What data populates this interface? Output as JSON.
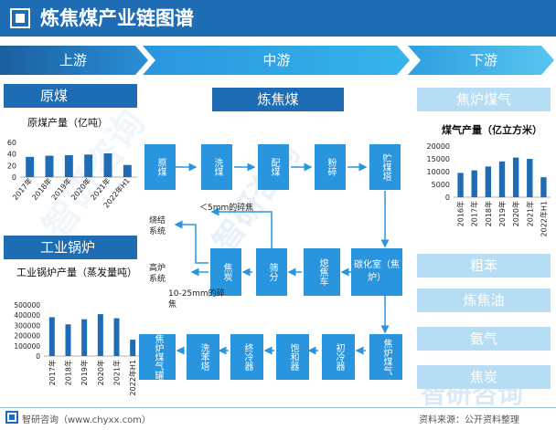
{
  "header": {
    "title": "炼焦煤产业链图谱"
  },
  "stages": {
    "upstream": "上游",
    "midstream": "中游",
    "downstream": "下游"
  },
  "sections": {
    "raw_coal": "原煤",
    "boiler": "工业锅炉",
    "coking_coal": "炼焦煤",
    "coke_gas": "焦炉煤气"
  },
  "chart_data": [
    {
      "type": "bar",
      "title": "原煤产量（亿吨）",
      "categories": [
        "2017年",
        "2018年",
        "2019年",
        "2020年",
        "2021年",
        "2022年H1"
      ],
      "values": [
        35,
        37,
        38,
        39,
        41,
        21
      ],
      "ylim": [
        0,
        60
      ],
      "yticks": [
        "60",
        "40",
        "20",
        "0"
      ],
      "color": "#1e6cb4"
    },
    {
      "type": "bar",
      "title": "工业锅炉产量（蒸发量吨）",
      "categories": [
        "2017年",
        "2018年",
        "2019年",
        "2020年",
        "2021年",
        "2022年H1"
      ],
      "values": [
        380000,
        310000,
        360000,
        410000,
        370000,
        160000
      ],
      "ylim": [
        0,
        500000
      ],
      "yticks": [
        "500000",
        "400000",
        "300000",
        "200000",
        "100000",
        "0"
      ],
      "color": "#1e6cb4"
    },
    {
      "type": "bar",
      "title": "煤气产量（亿立方米）",
      "categories": [
        "2016年",
        "2017年",
        "2018年",
        "2019年",
        "2020年",
        "2021年",
        "2022年H1"
      ],
      "values": [
        9500,
        10500,
        12000,
        14000,
        15500,
        15000,
        7800
      ],
      "ylim": [
        0,
        20000
      ],
      "yticks": [
        "20000",
        "15000",
        "10000",
        "5000",
        "0"
      ],
      "color": "#1e6cb4"
    }
  ],
  "process": {
    "row1": [
      "原煤",
      "洗煤",
      "配煤",
      "粉碎",
      "贮煤塔"
    ],
    "row2": [
      "焦炭",
      "筛分",
      "熄焦车",
      "碳化室（焦炉）"
    ],
    "row3": [
      "焦炉煤气",
      "初冷器",
      "饱和器",
      "终冷器",
      "洗苯塔",
      "焦炉煤气罐"
    ],
    "notes": {
      "small_coke": "＜5mm的碎焦",
      "sinter": "烧结系统",
      "blast": "高炉系统",
      "mid_coke": "10-25mm的碎焦"
    }
  },
  "products": [
    "粗苯",
    "炼焦油",
    "氨气",
    "焦炭"
  ],
  "footer": {
    "brand": "智研咨询（www.chyxx.com）",
    "source": "资料来源：公开资料整理"
  },
  "watermark": {
    "brand": "智研咨询"
  },
  "colors": {
    "primary": "#1e6cb4",
    "accent": "#2a95df",
    "light": "#b6ddf3"
  }
}
